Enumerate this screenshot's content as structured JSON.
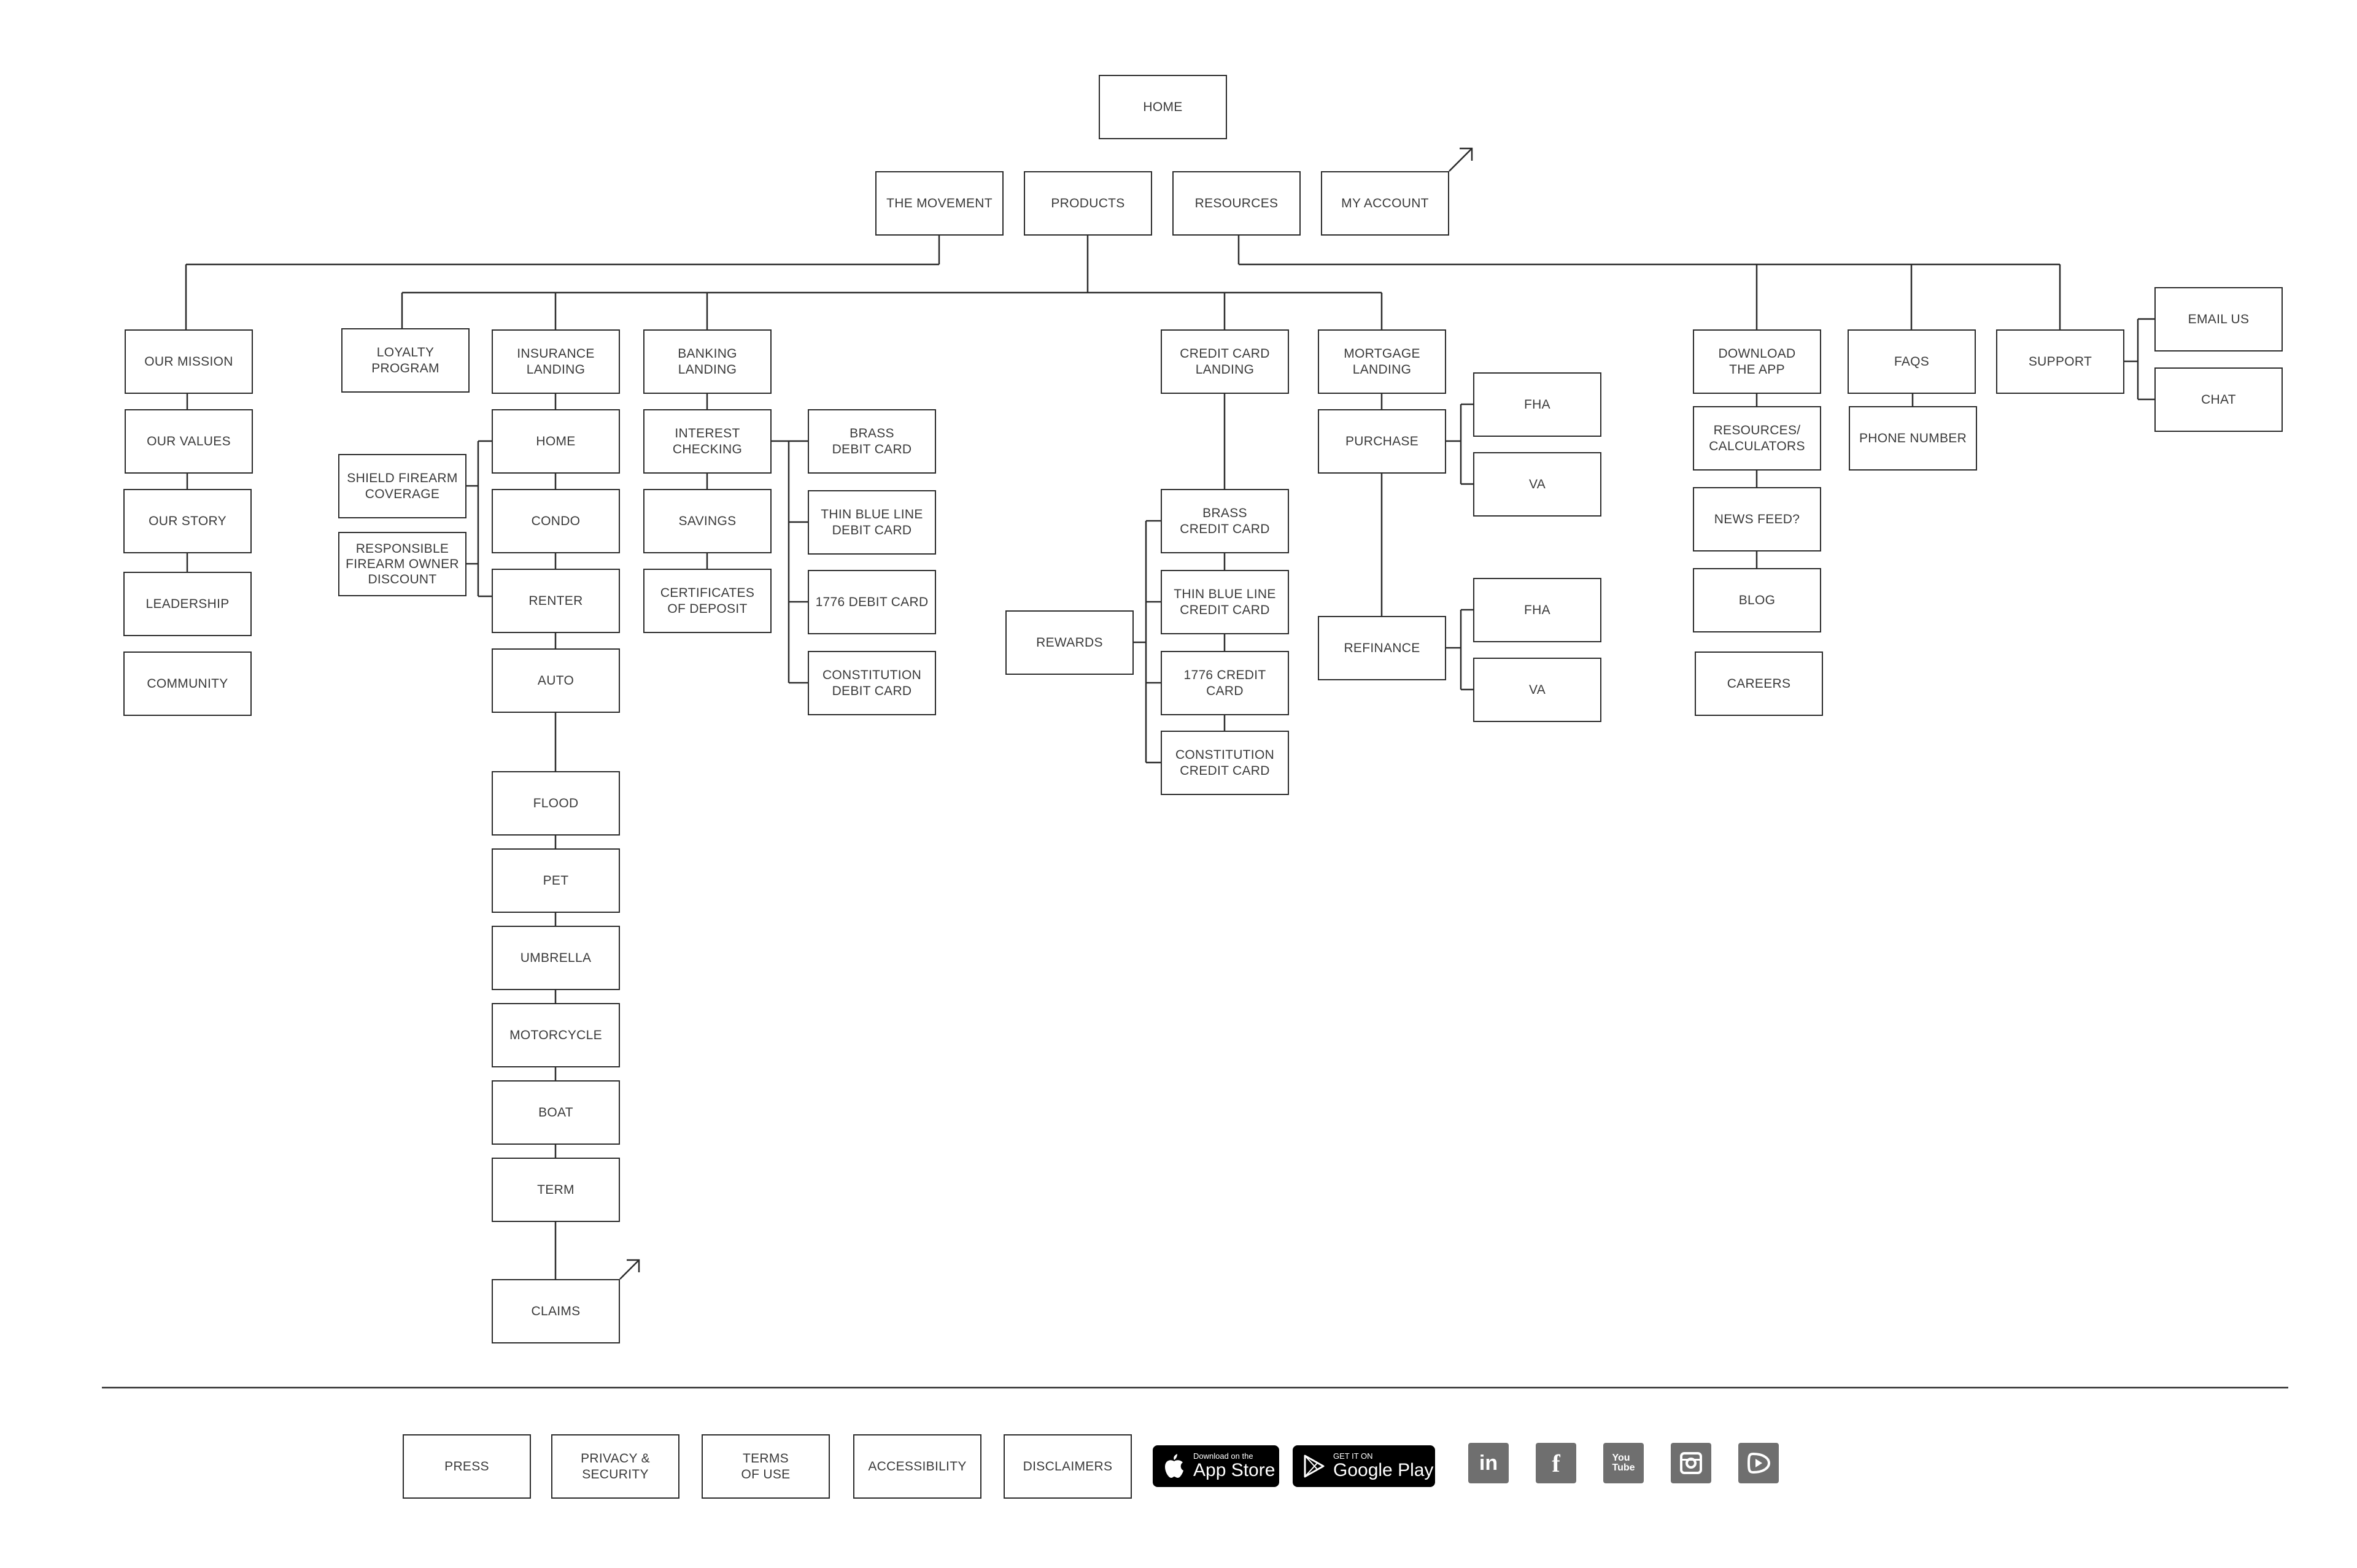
{
  "colors": {
    "line": "#2b2b2b",
    "text": "#3a3a3a",
    "social_bg": "#6f6f6f",
    "badge_bg": "#000000"
  },
  "nodes": {
    "home": "HOME",
    "the_movement": "THE MOVEMENT",
    "products": "PRODUCTS",
    "resources": "RESOURCES",
    "my_account": "MY ACCOUNT",
    "our_mission": "OUR MISSION",
    "our_values": "OUR VALUES",
    "our_story": "OUR STORY",
    "leadership": "LEADERSHIP",
    "community": "COMMUNITY",
    "loyalty_program": "LOYALTY\nPROGRAM",
    "insurance_landing": "INSURANCE\nLANDING",
    "ins_home": "HOME",
    "condo": "CONDO",
    "renter": "RENTER",
    "auto": "AUTO",
    "flood": "FLOOD",
    "pet": "PET",
    "umbrella": "UMBRELLA",
    "motorcycle": "MOTORCYCLE",
    "boat": "BOAT",
    "term": "TERM",
    "claims": "CLAIMS",
    "shield_firearm": "SHIELD FIREARM\nCOVERAGE",
    "responsible_firearm": "RESPONSIBLE\nFIREARM OWNER\nDISCOUNT",
    "banking_landing": "BANKING\nLANDING",
    "interest_checking": "INTEREST\nCHECKING",
    "savings": "SAVINGS",
    "certificates": "CERTIFICATES\nOF DEPOSIT",
    "brass_debit": "BRASS\nDEBIT CARD",
    "thin_blue_debit": "THIN BLUE LINE\nDEBIT CARD",
    "debit_1776": "1776 DEBIT CARD",
    "constitution_debit": "CONSTITUTION\nDEBIT CARD",
    "credit_card_landing": "CREDIT CARD\nLANDING",
    "brass_credit": "BRASS\nCREDIT CARD",
    "thin_blue_credit": "THIN BLUE LINE\nCREDIT CARD",
    "credit_1776": "1776 CREDIT\nCARD",
    "constitution_credit": "CONSTITUTION\nCREDIT CARD",
    "rewards": "REWARDS",
    "mortgage_landing": "MORTGAGE\nLANDING",
    "purchase": "PURCHASE",
    "refinance": "REFINANCE",
    "purchase_fha": "FHA",
    "purchase_va": "VA",
    "refinance_fha": "FHA",
    "refinance_va": "VA",
    "download_app": "DOWNLOAD\nTHE APP",
    "resources_calculators": "RESOURCES/\nCALCULATORS",
    "news_feed": "NEWS FEED?",
    "blog": "BLOG",
    "careers": "CAREERS",
    "faqs": "FAQS",
    "phone_number": "PHONE NUMBER",
    "support": "SUPPORT",
    "email_us": "EMAIL US",
    "chat": "CHAT"
  },
  "footer": {
    "press": "PRESS",
    "privacy": "PRIVACY &\nSECURITY",
    "terms": "TERMS\nOF USE",
    "accessibility": "ACCESSIBILITY",
    "disclaimers": "DISCLAIMERS",
    "app_store": {
      "small": "Download on the",
      "big": "App Store",
      "icon": "apple-icon"
    },
    "google_play": {
      "small": "GET IT ON",
      "big": "Google Play",
      "icon": "google-play-icon"
    },
    "social": [
      {
        "name": "linkedin-icon",
        "glyph": "in"
      },
      {
        "name": "facebook-icon",
        "glyph": "f"
      },
      {
        "name": "youtube-icon",
        "glyph": "You\nTube"
      },
      {
        "name": "instagram-icon",
        "glyph": ""
      },
      {
        "name": "rumble-icon",
        "glyph": ""
      }
    ]
  }
}
